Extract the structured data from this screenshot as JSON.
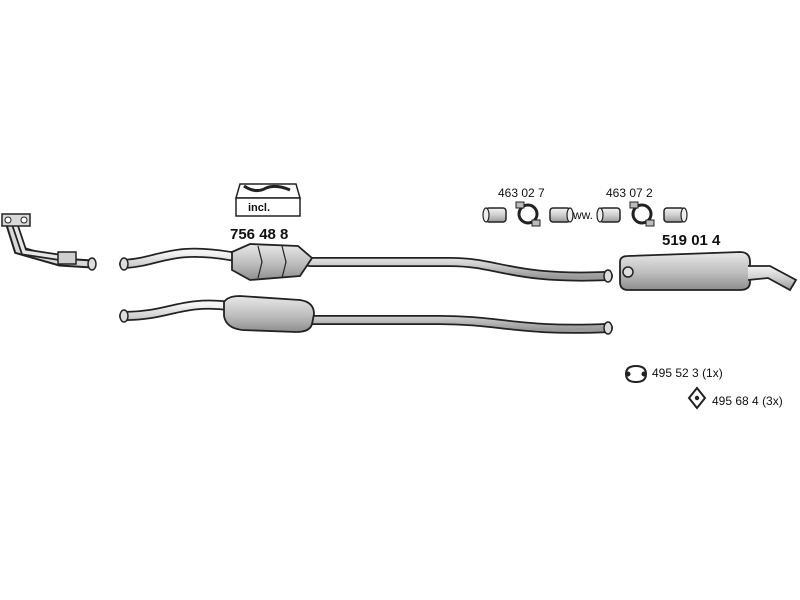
{
  "parts": {
    "catalytic_converter": {
      "number": "756 48 8",
      "kit_badge": "incl."
    },
    "clamp_a": {
      "number": "463 02 7"
    },
    "clamp_b": {
      "number": "463 07 2"
    },
    "clamp_joiner": "ww.",
    "rear_silencer": {
      "number": "519 01 4"
    },
    "hanger_ring": {
      "number": "495 52 3",
      "qty": "(1x)"
    },
    "hanger_diamond": {
      "number": "495 68 4",
      "qty": "(3x)"
    }
  }
}
